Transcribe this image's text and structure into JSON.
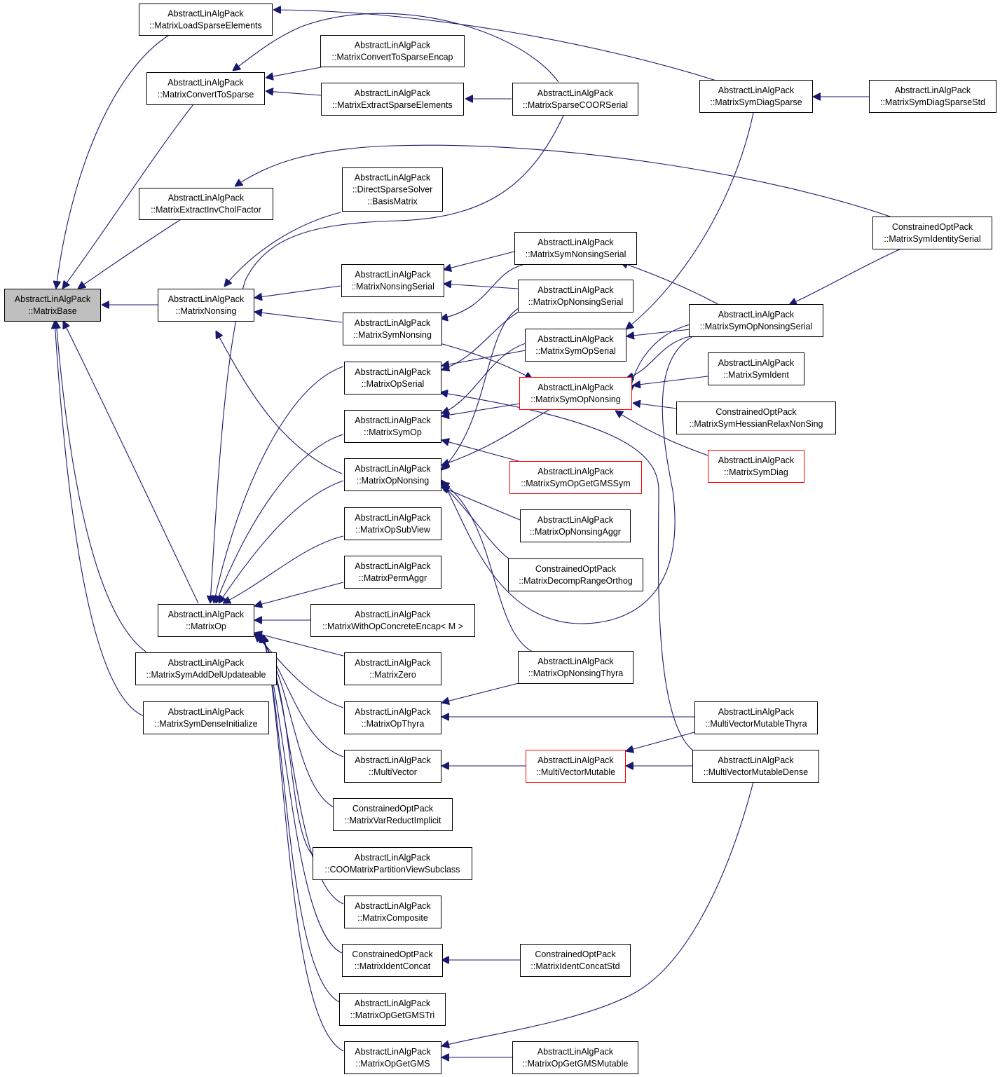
{
  "colors": {
    "edge": "#191970",
    "root_fill": "#bfbfbf",
    "highlight_border": "#ff0000",
    "border": "#000000"
  },
  "nodes": [
    {
      "id": "MatrixBase",
      "lines": [
        "AbstractLinAlgPack",
        "::MatrixBase"
      ],
      "root": true
    },
    {
      "id": "MatrixLoadSparseElements",
      "lines": [
        "AbstractLinAlgPack",
        "::MatrixLoadSparseElements"
      ]
    },
    {
      "id": "MatrixConvertToSparse",
      "lines": [
        "AbstractLinAlgPack",
        "::MatrixConvertToSparse"
      ]
    },
    {
      "id": "MatrixExtractInvCholFactor",
      "lines": [
        "AbstractLinAlgPack",
        "::MatrixExtractInvCholFactor"
      ]
    },
    {
      "id": "MatrixNonsing",
      "lines": [
        "AbstractLinAlgPack",
        "::MatrixNonsing"
      ]
    },
    {
      "id": "MatrixOp",
      "lines": [
        "AbstractLinAlgPack",
        "::MatrixOp"
      ]
    },
    {
      "id": "MatrixSymAddDelUpdateable",
      "lines": [
        "AbstractLinAlgPack",
        "::MatrixSymAddDelUpdateable"
      ]
    },
    {
      "id": "MatrixSymDenseInitialize",
      "lines": [
        "AbstractLinAlgPack",
        "::MatrixSymDenseInitialize"
      ]
    },
    {
      "id": "MatrixConvertToSparseEncap",
      "lines": [
        "AbstractLinAlgPack",
        "::MatrixConvertToSparseEncap"
      ]
    },
    {
      "id": "MatrixExtractSparseElements",
      "lines": [
        "AbstractLinAlgPack",
        "::MatrixExtractSparseElements"
      ]
    },
    {
      "id": "BasisMatrix",
      "lines": [
        "AbstractLinAlgPack",
        "::DirectSparseSolver",
        "::BasisMatrix"
      ]
    },
    {
      "id": "MatrixNonsingSerial",
      "lines": [
        "AbstractLinAlgPack",
        "::MatrixNonsingSerial"
      ]
    },
    {
      "id": "MatrixSymNonsing",
      "lines": [
        "AbstractLinAlgPack",
        "::MatrixSymNonsing"
      ]
    },
    {
      "id": "MatrixOpSerial",
      "lines": [
        "AbstractLinAlgPack",
        "::MatrixOpSerial"
      ]
    },
    {
      "id": "MatrixSymOp",
      "lines": [
        "AbstractLinAlgPack",
        "::MatrixSymOp"
      ]
    },
    {
      "id": "MatrixOpNonsing",
      "lines": [
        "AbstractLinAlgPack",
        "::MatrixOpNonsing"
      ]
    },
    {
      "id": "MatrixOpSubView",
      "lines": [
        "AbstractLinAlgPack",
        "::MatrixOpSubView"
      ]
    },
    {
      "id": "MatrixPermAggr",
      "lines": [
        "AbstractLinAlgPack",
        "::MatrixPermAggr"
      ]
    },
    {
      "id": "MatrixWithOpConcreteEncap",
      "lines": [
        "AbstractLinAlgPack",
        "::MatrixWithOpConcreteEncap< M >"
      ]
    },
    {
      "id": "MatrixZero",
      "lines": [
        "AbstractLinAlgPack",
        "::MatrixZero"
      ]
    },
    {
      "id": "MatrixOpThyra",
      "lines": [
        "AbstractLinAlgPack",
        "::MatrixOpThyra"
      ]
    },
    {
      "id": "MultiVector",
      "lines": [
        "AbstractLinAlgPack",
        "::MultiVector"
      ]
    },
    {
      "id": "MatrixVarReductImplicit",
      "lines": [
        "ConstrainedOptPack",
        "::MatrixVarReductImplicit"
      ]
    },
    {
      "id": "COOMatrixPartitionViewSubclass",
      "lines": [
        "AbstractLinAlgPack",
        "::COOMatrixPartitionViewSubclass"
      ]
    },
    {
      "id": "MatrixComposite",
      "lines": [
        "AbstractLinAlgPack",
        "::MatrixComposite"
      ]
    },
    {
      "id": "MatrixIdentConcat",
      "lines": [
        "ConstrainedOptPack",
        "::MatrixIdentConcat"
      ]
    },
    {
      "id": "MatrixOpGetGMSTri",
      "lines": [
        "AbstractLinAlgPack",
        "::MatrixOpGetGMSTri"
      ]
    },
    {
      "id": "MatrixOpGetGMS",
      "lines": [
        "AbstractLinAlgPack",
        "::MatrixOpGetGMS"
      ]
    },
    {
      "id": "MatrixSparseCOORSerial",
      "lines": [
        "AbstractLinAlgPack",
        "::MatrixSparseCOORSerial"
      ]
    },
    {
      "id": "MatrixSymNonsingSerial",
      "lines": [
        "AbstractLinAlgPack",
        "::MatrixSymNonsingSerial"
      ]
    },
    {
      "id": "MatrixOpNonsingSerial",
      "lines": [
        "AbstractLinAlgPack",
        "::MatrixOpNonsingSerial"
      ]
    },
    {
      "id": "MatrixSymOpSerial",
      "lines": [
        "AbstractLinAlgPack",
        "::MatrixSymOpSerial"
      ]
    },
    {
      "id": "MatrixSymOpNonsing",
      "lines": [
        "AbstractLinAlgPack",
        "::MatrixSymOpNonsing"
      ],
      "highlight": true
    },
    {
      "id": "MatrixSymOpGetGMSSym",
      "lines": [
        "AbstractLinAlgPack",
        "::MatrixSymOpGetGMSSym"
      ],
      "highlight": true
    },
    {
      "id": "MatrixOpNonsingAggr",
      "lines": [
        "AbstractLinAlgPack",
        "::MatrixOpNonsingAggr"
      ]
    },
    {
      "id": "MatrixDecompRangeOrthog",
      "lines": [
        "ConstrainedOptPack",
        "::MatrixDecompRangeOrthog"
      ]
    },
    {
      "id": "MatrixOpNonsingThyra",
      "lines": [
        "AbstractLinAlgPack",
        "::MatrixOpNonsingThyra"
      ]
    },
    {
      "id": "MultiVectorMutable",
      "lines": [
        "AbstractLinAlgPack",
        "::MultiVectorMutable"
      ],
      "highlight": true
    },
    {
      "id": "MatrixIdentConcatStd",
      "lines": [
        "ConstrainedOptPack",
        "::MatrixIdentConcatStd"
      ]
    },
    {
      "id": "MatrixOpGetGMSMutable",
      "lines": [
        "AbstractLinAlgPack",
        "::MatrixOpGetGMSMutable"
      ]
    },
    {
      "id": "MatrixSymDiagSparse",
      "lines": [
        "AbstractLinAlgPack",
        "::MatrixSymDiagSparse"
      ]
    },
    {
      "id": "MatrixSymOpNonsingSerial",
      "lines": [
        "AbstractLinAlgPack",
        "::MatrixSymOpNonsingSerial"
      ]
    },
    {
      "id": "MatrixSymIdent",
      "lines": [
        "AbstractLinAlgPack",
        "::MatrixSymIdent"
      ]
    },
    {
      "id": "MatrixSymHessianRelaxNonSing",
      "lines": [
        "ConstrainedOptPack",
        "::MatrixSymHessianRelaxNonSing"
      ]
    },
    {
      "id": "MatrixSymDiag",
      "lines": [
        "AbstractLinAlgPack",
        "::MatrixSymDiag"
      ],
      "highlight": true
    },
    {
      "id": "MultiVectorMutableThyra",
      "lines": [
        "AbstractLinAlgPack",
        "::MultiVectorMutableThyra"
      ]
    },
    {
      "id": "MultiVectorMutableDense",
      "lines": [
        "AbstractLinAlgPack",
        "::MultiVectorMutableDense"
      ]
    },
    {
      "id": "MatrixSymDiagSparseStd",
      "lines": [
        "AbstractLinAlgPack",
        "::MatrixSymDiagSparseStd"
      ]
    },
    {
      "id": "MatrixSymIdentitySerial",
      "lines": [
        "ConstrainedOptPack",
        "::MatrixSymIdentitySerial"
      ]
    }
  ]
}
